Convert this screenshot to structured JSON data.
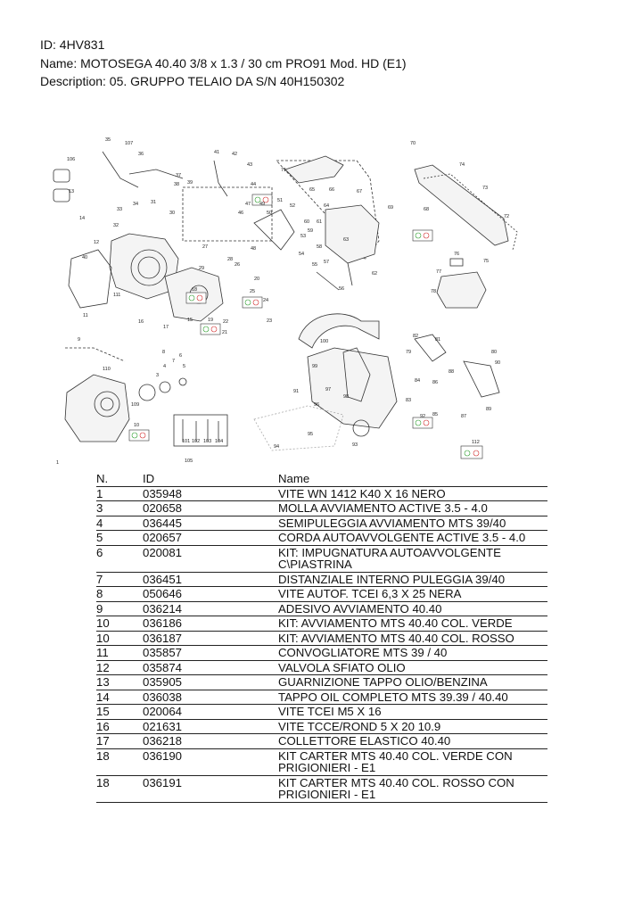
{
  "header": {
    "id_line": "ID: 4HV831",
    "name_line": "Name: MOTOSEGA 40.40 3/8 x 1.3 / 30 cm PRO91 Mod. HD (E1)",
    "description_line": "Description: 05. GRUPPO TELAIO DA S/N 40H150302"
  },
  "diagram": {
    "callouts": [
      "35",
      "107",
      "36",
      "37",
      "38",
      "39",
      "106",
      "13",
      "14",
      "33",
      "34",
      "31",
      "32",
      "30",
      "12",
      "40",
      "111",
      "11",
      "9",
      "8",
      "7",
      "110",
      "109",
      "5",
      "6",
      "4",
      "3",
      "10",
      "1",
      "15",
      "16",
      "17",
      "18",
      "19",
      "20",
      "21",
      "22",
      "23",
      "24",
      "25",
      "26",
      "27",
      "28",
      "29",
      "41",
      "42",
      "43",
      "44",
      "46",
      "47",
      "48",
      "49",
      "50",
      "51",
      "52",
      "53",
      "54",
      "55",
      "56",
      "57",
      "58",
      "59",
      "60",
      "61",
      "62",
      "63",
      "64",
      "65",
      "66",
      "67",
      "68",
      "69",
      "70",
      "71",
      "72",
      "73",
      "74",
      "75",
      "76",
      "77",
      "78",
      "79",
      "80",
      "81",
      "82",
      "83",
      "84",
      "85",
      "86",
      "87",
      "88",
      "89",
      "90",
      "91",
      "92",
      "93",
      "94",
      "95",
      "96",
      "97",
      "98",
      "99",
      "100",
      "101",
      "102",
      "103",
      "104",
      "105",
      "112"
    ]
  },
  "table": {
    "headers": {
      "n": "N.",
      "id": "ID",
      "name": "Name"
    },
    "rows": [
      {
        "n": "1",
        "id": "035948",
        "name": "VITE WN 1412 K40 X 16 NERO"
      },
      {
        "n": "3",
        "id": "020658",
        "name": "MOLLA AVVIAMENTO ACTIVE 3.5 - 4.0"
      },
      {
        "n": "4",
        "id": "036445",
        "name": "SEMIPULEGGIA AVVIAMENTO MTS 39/40"
      },
      {
        "n": "5",
        "id": "020657",
        "name": "CORDA AUTOAVVOLGENTE ACTIVE 3.5 - 4.0"
      },
      {
        "n": "6",
        "id": "020081",
        "name": "KIT: IMPUGNATURA AUTOAVVOLGENTE C\\PIASTRINA"
      },
      {
        "n": "7",
        "id": "036451",
        "name": "DISTANZIALE INTERNO PULEGGIA 39/40"
      },
      {
        "n": "8",
        "id": "050646",
        "name": "VITE AUTOF. TCEI 6,3 X 25 NERA"
      },
      {
        "n": "9",
        "id": "036214",
        "name": "ADESIVO AVVIAMENTO 40.40"
      },
      {
        "n": "10",
        "id": "036186",
        "name": "KIT: AVVIAMENTO MTS 40.40 COL. VERDE"
      },
      {
        "n": "10",
        "id": "036187",
        "name": "KIT: AVVIAMENTO MTS 40.40 COL. ROSSO"
      },
      {
        "n": "11",
        "id": "035857",
        "name": "CONVOGLIATORE MTS 39 / 40"
      },
      {
        "n": "12",
        "id": "035874",
        "name": "VALVOLA SFIATO OLIO"
      },
      {
        "n": "13",
        "id": "035905",
        "name": "GUARNIZIONE TAPPO OLIO/BENZINA"
      },
      {
        "n": "14",
        "id": "036038",
        "name": "TAPPO OIL COMPLETO MTS 39.39 / 40.40"
      },
      {
        "n": "15",
        "id": "020064",
        "name": "VITE TCEI M5 X 16"
      },
      {
        "n": "16",
        "id": "021631",
        "name": "VITE TCCE/ROND 5 X 20 10.9"
      },
      {
        "n": "17",
        "id": "036218",
        "name": "COLLETTORE ELASTICO 40.40"
      },
      {
        "n": "18",
        "id": "036190",
        "name": "KIT CARTER MTS 40.40 COL. VERDE CON PRIGIONIERI - E1"
      },
      {
        "n": "18",
        "id": "036191",
        "name": "KIT CARTER MTS 40.40 COL. ROSSO CON PRIGIONIERI - E1"
      }
    ]
  }
}
